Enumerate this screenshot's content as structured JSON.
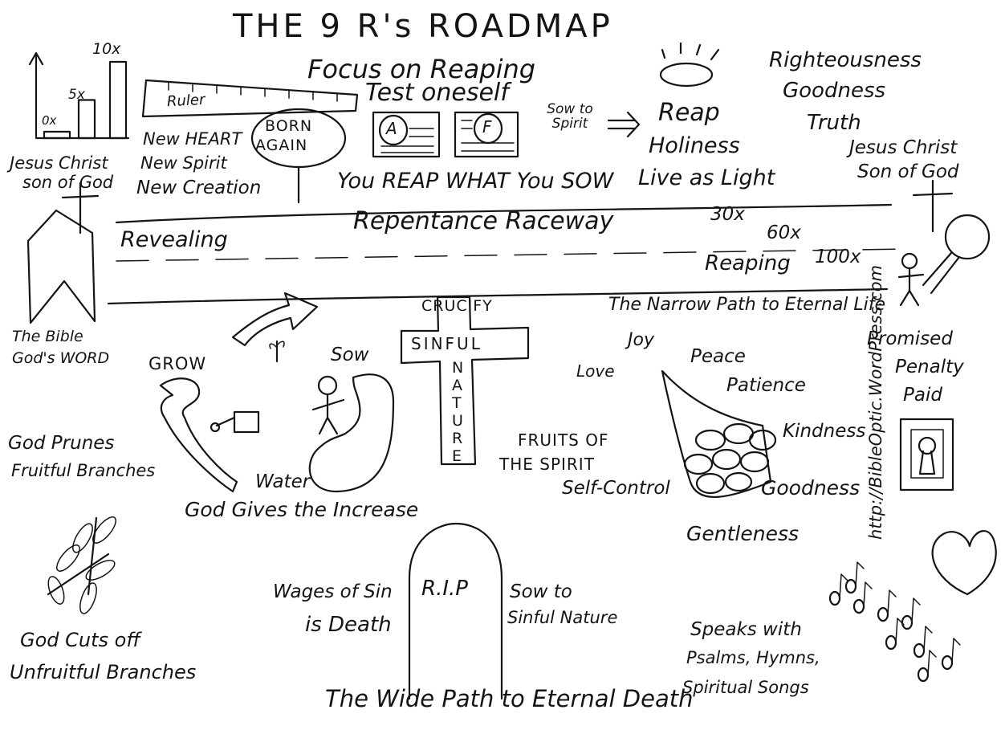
{
  "title": "THE 9 R's ROADMAP",
  "focus": "Focus on Reaping",
  "ruler": "Ruler",
  "test_oneself": "Test oneself",
  "grade_a": "A",
  "grade_f": "F",
  "sow_to_spirit": "Sow to Spirit",
  "reap": "Reap",
  "holiness": "Holiness",
  "live_as_light": "Live as Light",
  "righteousness": "Righteousness",
  "goodness_top": "Goodness",
  "truth": "Truth",
  "bar_chart": {
    "labels": [
      "0x",
      "5x",
      "10x"
    ],
    "values": [
      0,
      5,
      10
    ]
  },
  "jesus_left": [
    "Jesus Christ",
    "son of God"
  ],
  "jesus_right": [
    "Jesus Christ",
    "Son of God"
  ],
  "new_heart": "New HEART",
  "new_spirit": "New Spirit",
  "new_creation": "New Creation",
  "born_again": [
    "BORN",
    "AGAIN"
  ],
  "reap_what_sow": "You REAP WHAT You SOW",
  "raceway": "Repentance Raceway",
  "revealing": "Revealing",
  "x30": "30x",
  "x60": "60x",
  "x100": "100x",
  "reaping": "Reaping",
  "narrow_path": "The Narrow Path to Eternal Life",
  "bible": [
    "The Bible",
    "God's WORD"
  ],
  "grow": "GROW",
  "sow": "Sow",
  "crucify": "CRUCIFY",
  "sinful": "SINFUL",
  "nature_letters": [
    "N",
    "A",
    "T",
    "U",
    "R",
    "E"
  ],
  "fruits_of_spirit": [
    "FRUITS OF",
    "THE SPIRIT"
  ],
  "self_control": "Self-Control",
  "joy": "Joy",
  "love": "Love",
  "peace": "Peace",
  "patience": "Patience",
  "kindness": "Kindness",
  "goodness": "Goodness",
  "gentleness": "Gentleness",
  "promised": [
    "Promised",
    "Penalty",
    "Paid"
  ],
  "god_prunes": [
    "God Prunes",
    "Fruitful Branches"
  ],
  "water": "Water",
  "god_gives": "God Gives the Increase",
  "god_cuts": [
    "God Cuts off",
    "Unfruitful Branches"
  ],
  "wages": [
    "Wages of Sin",
    "is Death"
  ],
  "rip": "R.I.P",
  "sow_sinful": [
    "Sow to",
    "Sinful Nature"
  ],
  "wide_path": "The Wide Path to Eternal Death",
  "speaks": [
    "Speaks with",
    "Psalms, Hymns,",
    "Spiritual Songs"
  ],
  "url": "http://BibleOptic.WordPress.com"
}
